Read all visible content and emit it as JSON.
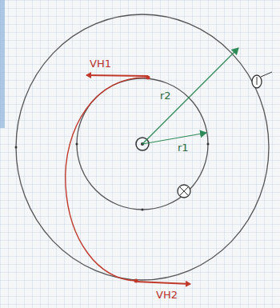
{
  "diagram": {
    "labels": [
      "VH1",
      "r2",
      "r1",
      "VH2"
    ]
  }
}
